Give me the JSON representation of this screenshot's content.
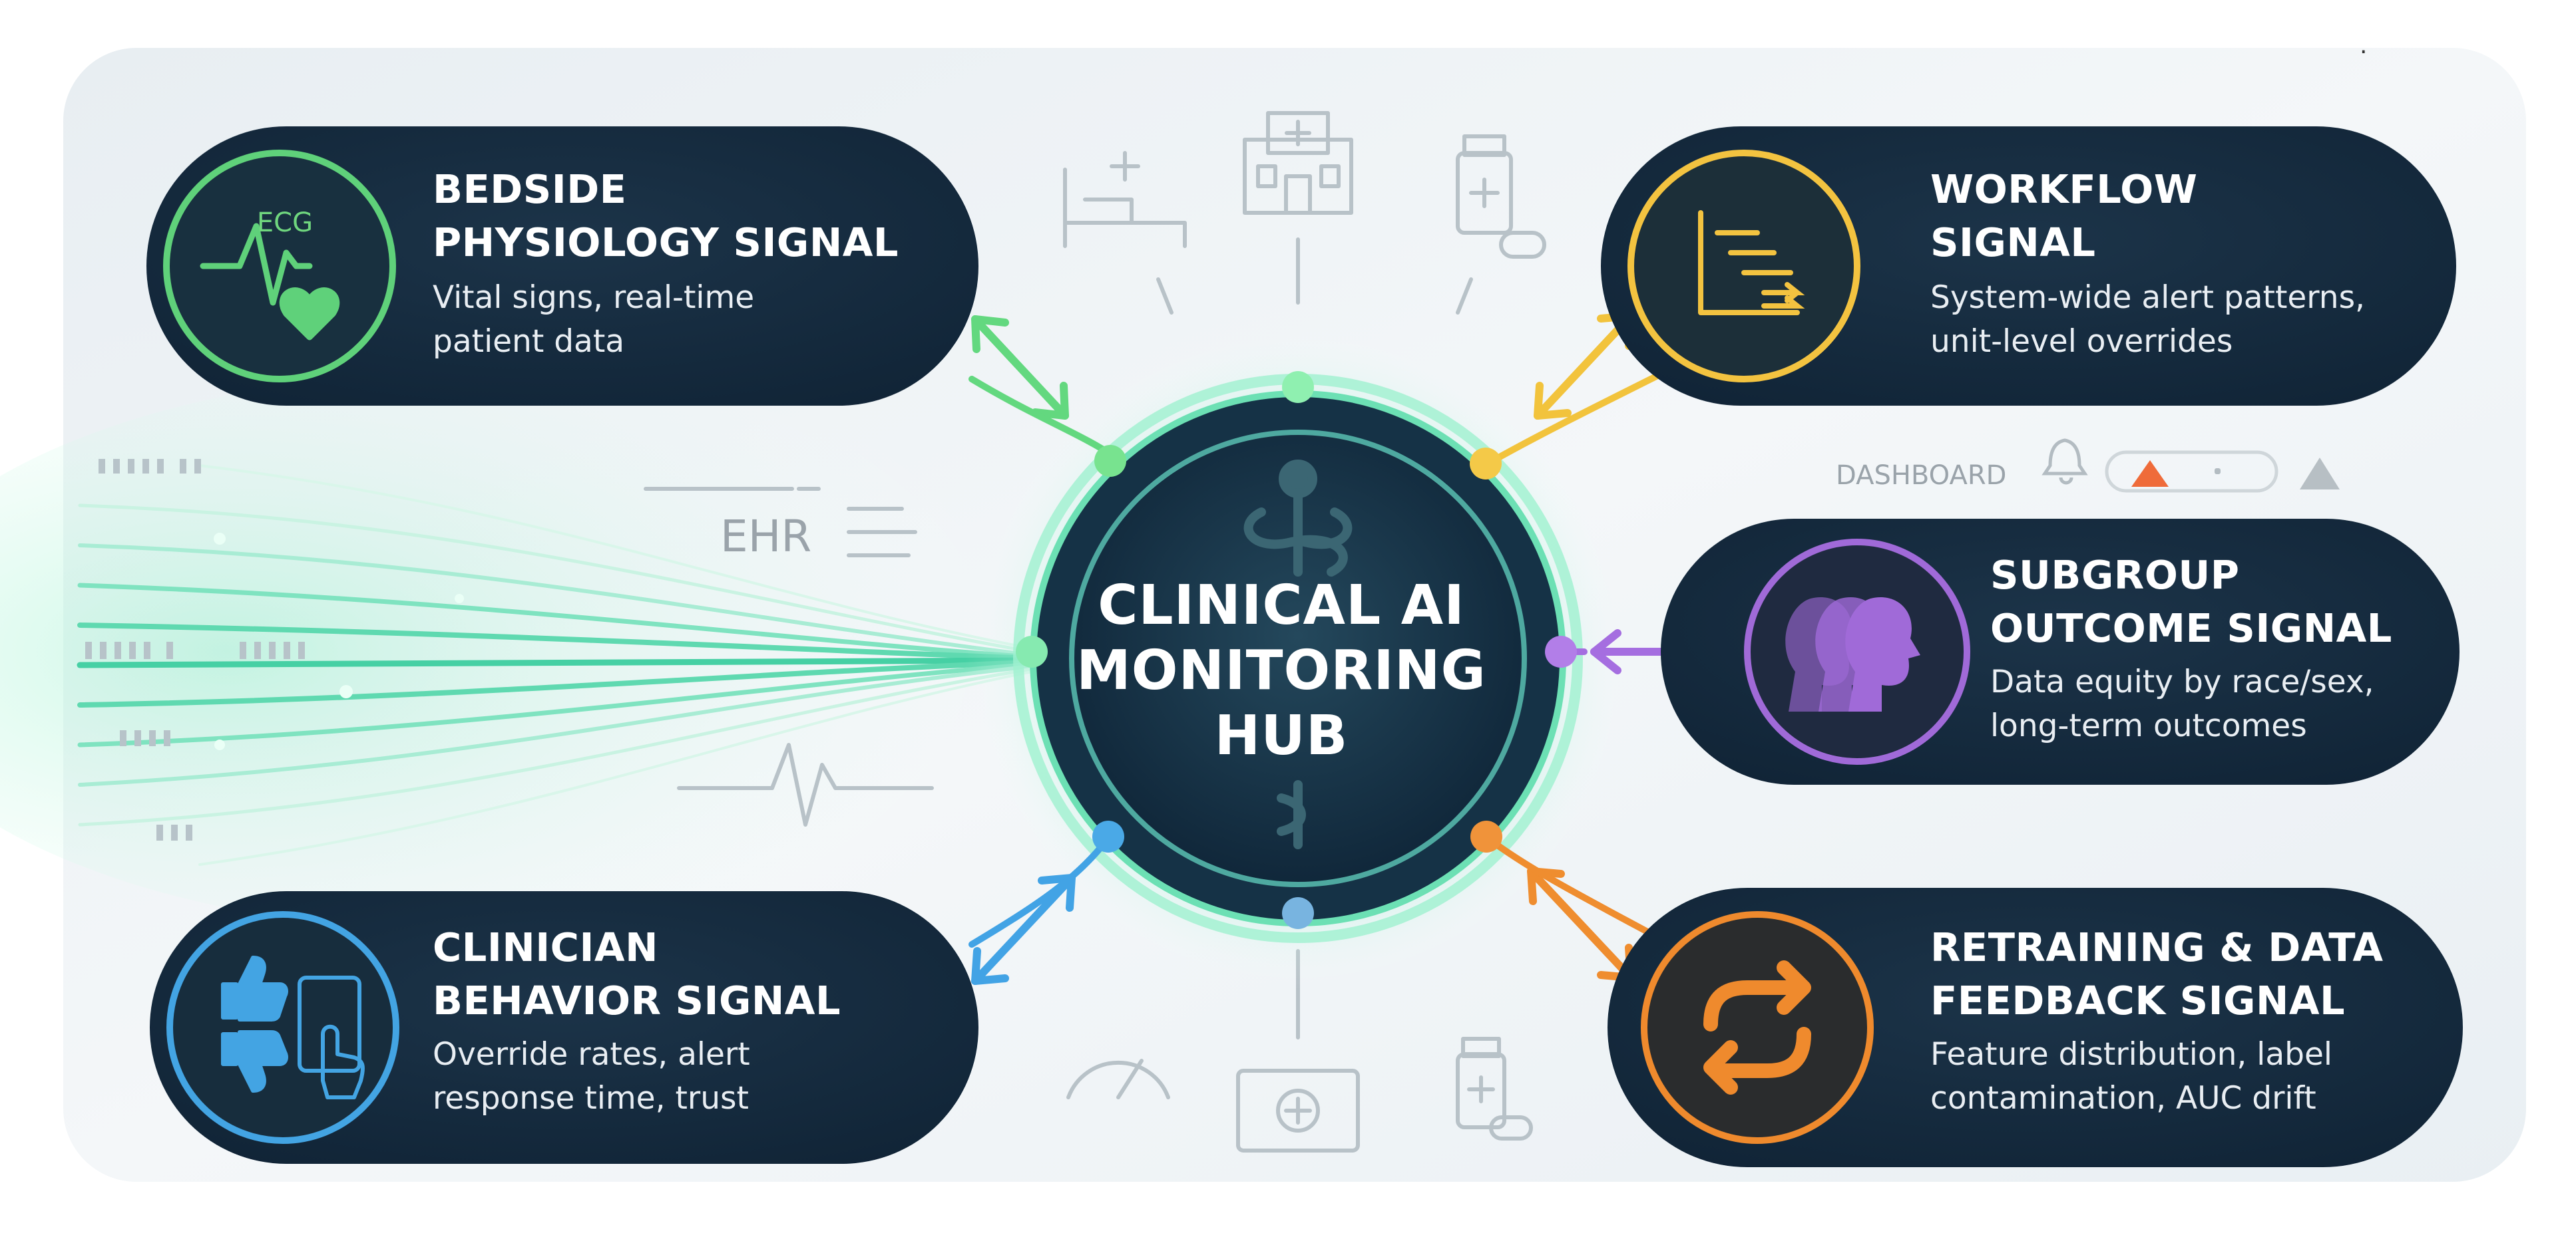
{
  "hub": {
    "line1": "CLINICAL AI",
    "line2": "MONITORING",
    "line3": "HUB"
  },
  "signals": {
    "bedside": {
      "title1": "BEDSIDE",
      "title2": "PHYSIOLOGY SIGNAL",
      "desc1": "Vital signs, real-time",
      "desc2": "patient data",
      "icon": "ecg-heart-icon",
      "icon_text": "ECG",
      "color": "#5fd17a"
    },
    "workflow": {
      "title1": "WORKFLOW",
      "title2": "SIGNAL",
      "desc1": "System-wide alert patterns,",
      "desc2": "unit-level overrides",
      "icon": "workflow-chart-icon",
      "color": "#f3c340"
    },
    "subgroup": {
      "title1": "SUBGROUP",
      "title2": "OUTCOME SIGNAL",
      "desc1": "Data equity by race/sex,",
      "desc2": "long-term outcomes",
      "icon": "heads-profile-icon",
      "color": "#a06ad8"
    },
    "clinician": {
      "title1": "CLINICIAN",
      "title2": "BEHAVIOR SIGNAL",
      "desc1": "Override rates, alert",
      "desc2": "response time, trust",
      "icon": "thumbs-touch-icon",
      "color": "#43a4e3"
    },
    "retraining": {
      "title1": "RETRAINING & DATA",
      "title2": "FEEDBACK SIGNAL",
      "desc1": "Feature distribution, label",
      "desc2": "contamination, AUC drift",
      "icon": "refresh-arrows-icon",
      "color": "#ef8a2d"
    }
  },
  "background": {
    "ehr_label": "EHR",
    "dashboard_label": "DASHBOARD"
  },
  "colors": {
    "navy": "#13263a",
    "hub_fill": "#163044",
    "glow": "#64e7b2",
    "panel_bg": "#eef3f6"
  }
}
